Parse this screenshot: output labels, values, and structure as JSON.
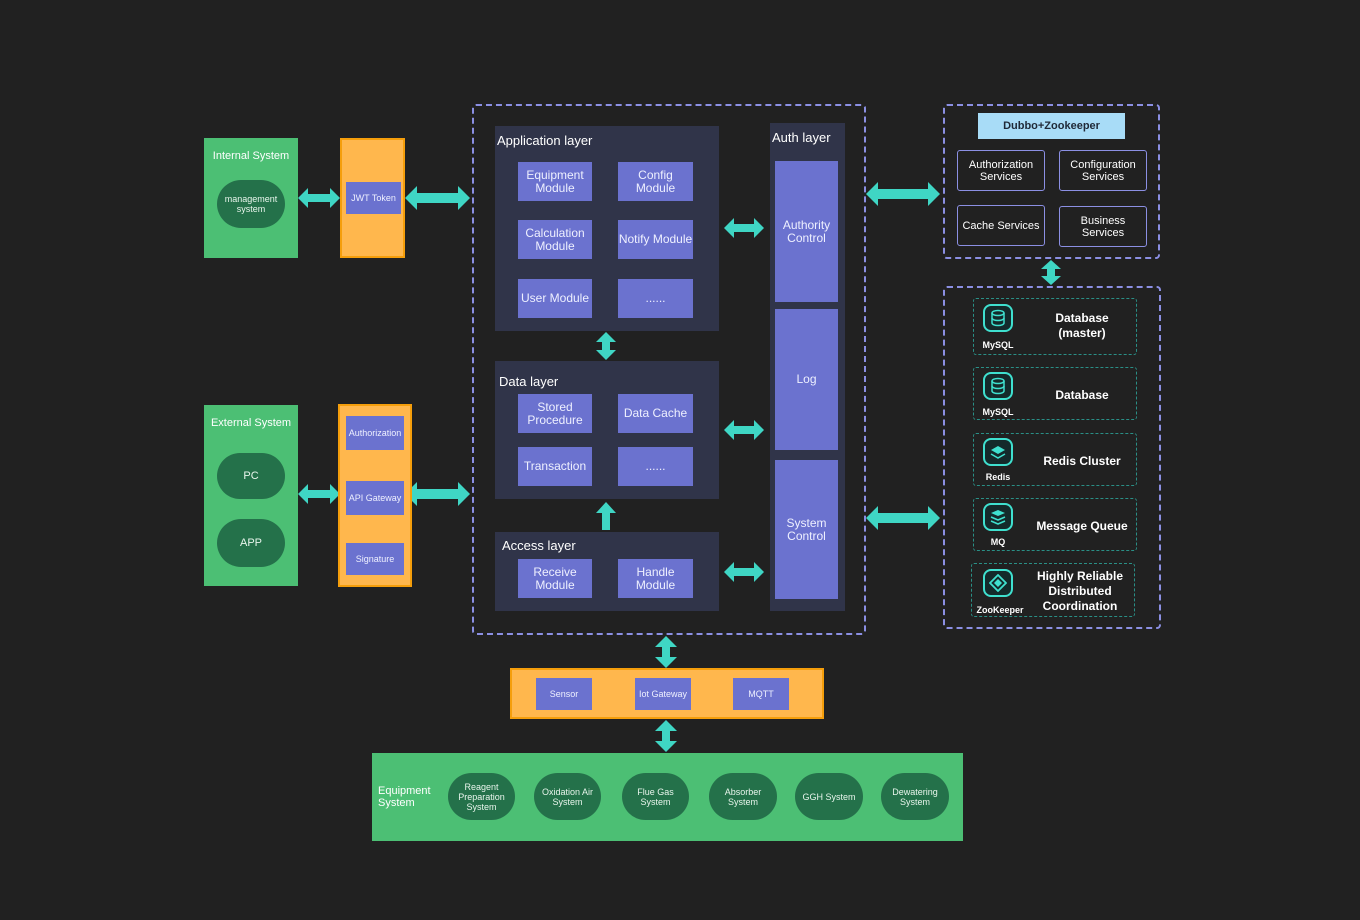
{
  "internal": {
    "title": "Internal System",
    "mgmt": "management system",
    "jwt": "JWT Token"
  },
  "external": {
    "title": "External System",
    "pc": "PC",
    "app": "APP",
    "auth": "Authorization",
    "gateway": "API Gateway",
    "signature": "Signature"
  },
  "app_layer": {
    "title": "Application layer",
    "modules": [
      "Equipment Module",
      "Config Module",
      "Calculation Module",
      "Notify Module",
      "User Module",
      "......"
    ]
  },
  "data_layer": {
    "title": "Data layer",
    "modules": [
      "Stored Procedure",
      "Data Cache",
      "Transaction",
      "......"
    ]
  },
  "access_layer": {
    "title": "Access layer",
    "modules": [
      "Receive Module",
      "Handle Module"
    ]
  },
  "auth_layer": {
    "title": "Auth layer",
    "items": [
      "Authority Control",
      "Log",
      "System Control"
    ]
  },
  "dubbo": {
    "title": "Dubbo+Zookeeper",
    "services": [
      "Authorization Services",
      "Configuration Services",
      "Cache Services",
      "Business Services"
    ]
  },
  "storage": [
    {
      "name": "MySQL",
      "label": "Database (master)",
      "icon": "database-icon"
    },
    {
      "name": "MySQL",
      "label": "Database",
      "icon": "database-icon"
    },
    {
      "name": "Redis",
      "label": "Redis Cluster",
      "icon": "redis-icon"
    },
    {
      "name": "MQ",
      "label": "Message Queue",
      "icon": "queue-icon"
    },
    {
      "name": "ZooKeeper",
      "label": "Highly Reliable Distributed Coordination",
      "icon": "zookeeper-icon"
    }
  ],
  "iot": {
    "sensor": "Sensor",
    "gateway": "Iot Gateway",
    "mqtt": "MQTT"
  },
  "equipment": {
    "title": "Equipment System",
    "systems": [
      "Reagent Preparation System",
      "Oxidation Air System",
      "Flue Gas System",
      "Absorber System",
      "GGH System",
      "Dewatering System"
    ]
  },
  "colors": {
    "background": "#212121",
    "green": "#4cbf74",
    "dark_green": "#24714a",
    "orange": "#ffb74d",
    "purple": "#6b72cf",
    "teal_arrow": "#3fd6c4",
    "dash": "#8b8fe3"
  }
}
